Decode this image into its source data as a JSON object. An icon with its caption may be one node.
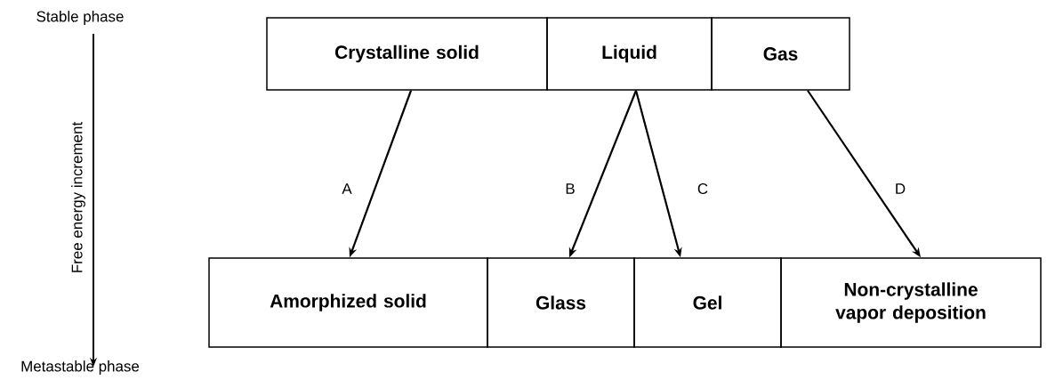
{
  "diagram": {
    "nodes": [
      {
        "text": [
          "Crystalline solid"
        ]
      },
      {
        "text": [
          "Liquid"
        ]
      },
      {
        "text": [
          "Gas"
        ]
      },
      {
        "text": [
          "Amorphized solid"
        ]
      },
      {
        "text": [
          "Glass"
        ]
      },
      {
        "text": [
          "Gel"
        ]
      },
      {
        "text": [
          "Non-crystalline vapor deposition"
        ]
      }
    ],
    "edges": [
      {
        "from": 0,
        "to": 3,
        "arrow": "to",
        "label": "A"
      },
      {
        "from": 1,
        "to": 4,
        "arrow": "to",
        "label": "B"
      },
      {
        "from": 1,
        "to": 5,
        "arrow": "to",
        "label": "C"
      },
      {
        "from": 2,
        "to": 6,
        "arrow": "to",
        "label": "D"
      }
    ],
    "labels": [
      "Stable phase",
      "Free energy increment",
      "Metastable phase"
    ]
  }
}
